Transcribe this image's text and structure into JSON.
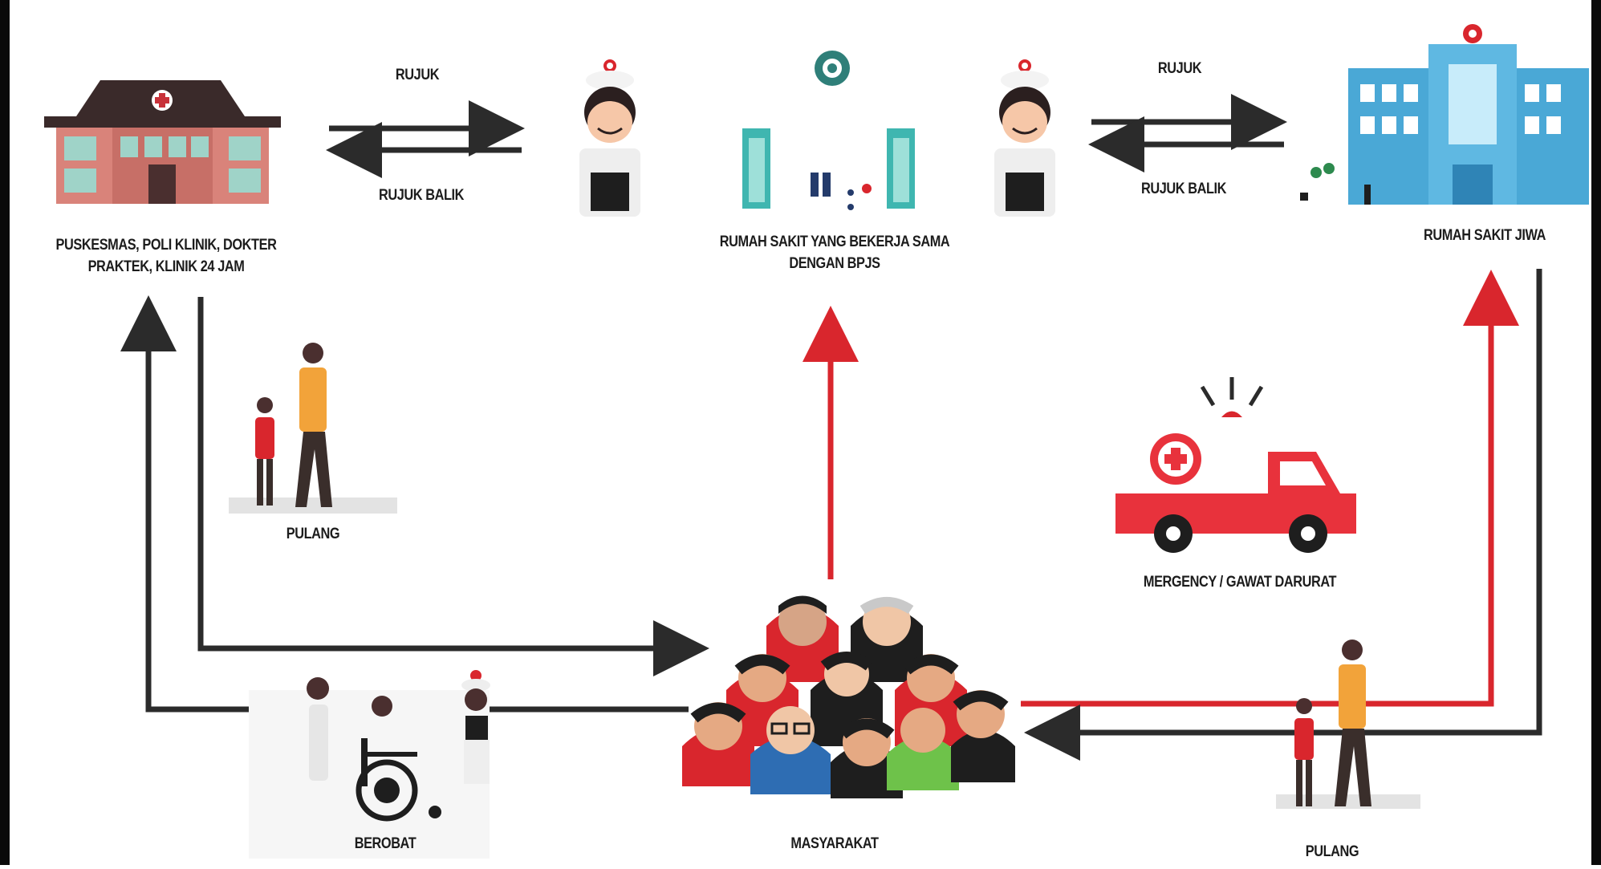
{
  "nodes": {
    "puskesmas": "PUSKESMAS, POLI KLINIK, DOKTER PRAKTEK, KLINIK 24 JAM",
    "rs_bpjs": "RUMAH SAKIT YANG BEKERJA SAMA DENGAN BPJS",
    "rs_jiwa": "RUMAH SAKIT JIWA",
    "masyarakat": "MASYARAKAT",
    "emergency": "MERGENCY / GAWAT DARURAT"
  },
  "edges": {
    "rujuk_left": "RUJUK",
    "rujuk_balik_left": "RUJUK BALIK",
    "rujuk_right": "RUJUK",
    "rujuk_balik_right": "RUJUK BALIK",
    "pulang_left": "PULANG",
    "pulang_right": "PULANG",
    "berobat": "BEROBAT"
  },
  "colors": {
    "dark_arrow": "#2b2b2b",
    "red_arrow": "#d9262d",
    "building_roof": "#3a2a2a",
    "building_wall": "#d9837a",
    "window_teal": "#5fb8c4",
    "hospital_blue": "#4aa8d6",
    "ambulance_red": "#e8323c"
  }
}
